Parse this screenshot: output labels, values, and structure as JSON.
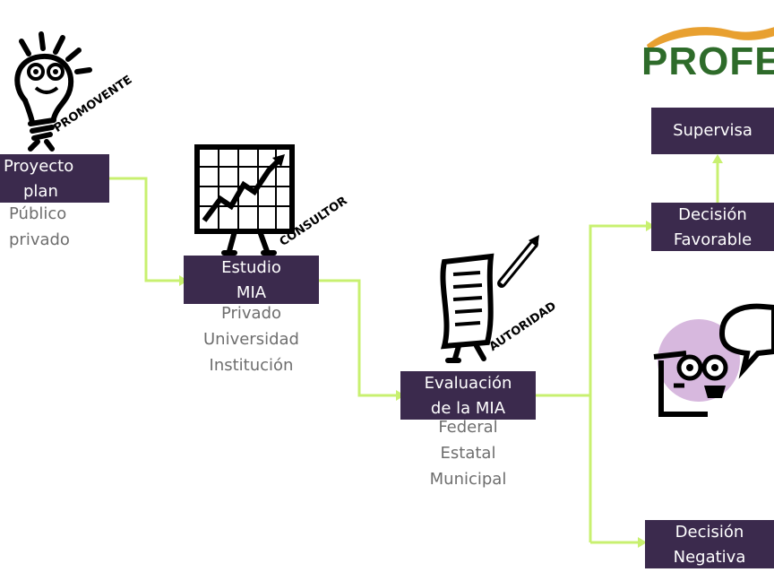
{
  "colors": {
    "box_fill": "#3b2a4d",
    "connector": "#c8f070",
    "subtext": "#6e6e6e",
    "logo_green": "#2e6b2a",
    "logo_orange": "#e8a030"
  },
  "logo": {
    "text": "PROFEPA"
  },
  "roles": {
    "promovente": "PROMOVENTE",
    "consultor": "CONSULTOR",
    "autoridad": "AUTORIDAD"
  },
  "boxes": {
    "proyecto": {
      "line1": "Proyecto",
      "line2": "plan"
    },
    "estudio": {
      "line1": "Estudio",
      "line2": "MIA"
    },
    "evaluacion": {
      "line1": "Evaluación",
      "line2": "de la MIA"
    },
    "supervisa": {
      "line1": "Supervisa"
    },
    "favorable": {
      "line1": "Decisión",
      "line2": "Favorable"
    },
    "negativa": {
      "line1": "Decisión",
      "line2": "Negativa"
    }
  },
  "subtexts": {
    "proyecto": [
      "Público",
      "privado"
    ],
    "estudio": [
      "Privado",
      "Universidad",
      "Institución"
    ],
    "evaluacion": [
      "Federal",
      "Estatal",
      "Municipal"
    ]
  },
  "icons": [
    "lightbulb-character-icon",
    "chart-board-character-icon",
    "document-pen-character-icon",
    "speaking-face-icon"
  ]
}
